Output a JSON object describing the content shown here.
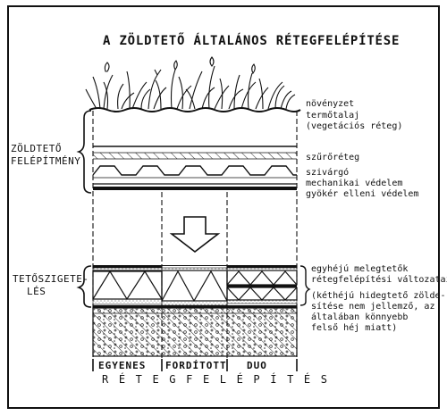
{
  "title": "A ZÖLDTETŐ ÁLTALÁNOS RÉTEGFELÉPÍTÉSE",
  "section_labels": {
    "green_roof": [
      "ZÖLDTETŐ",
      "FELÉPÍTMÉNY"
    ],
    "insulation": [
      "TETŐSZIGETE-",
      "LÉS"
    ]
  },
  "layer_labels": {
    "vegetation": "növényzet",
    "soil_1": "termőtalaj",
    "soil_2": "(vegetációs réteg)",
    "filter": "szűrőréteg",
    "drainage": "szivárgó",
    "mechanical": "mechanikai védelem",
    "root": "gyökér elleni védelem"
  },
  "variants_note": [
    "egyhéjú melegtetők",
    "rétegfelépítési változatai",
    "(kéthéjú hidegtető zölde-",
    "sítése nem jellemző, az",
    "általában könnyebb",
    "felső héj miatt)"
  ],
  "columns": [
    "EGYENES",
    "FORDÍTOTT",
    "DUO"
  ],
  "bottom_word": "RÉTEGFELÉPÍTÉS"
}
